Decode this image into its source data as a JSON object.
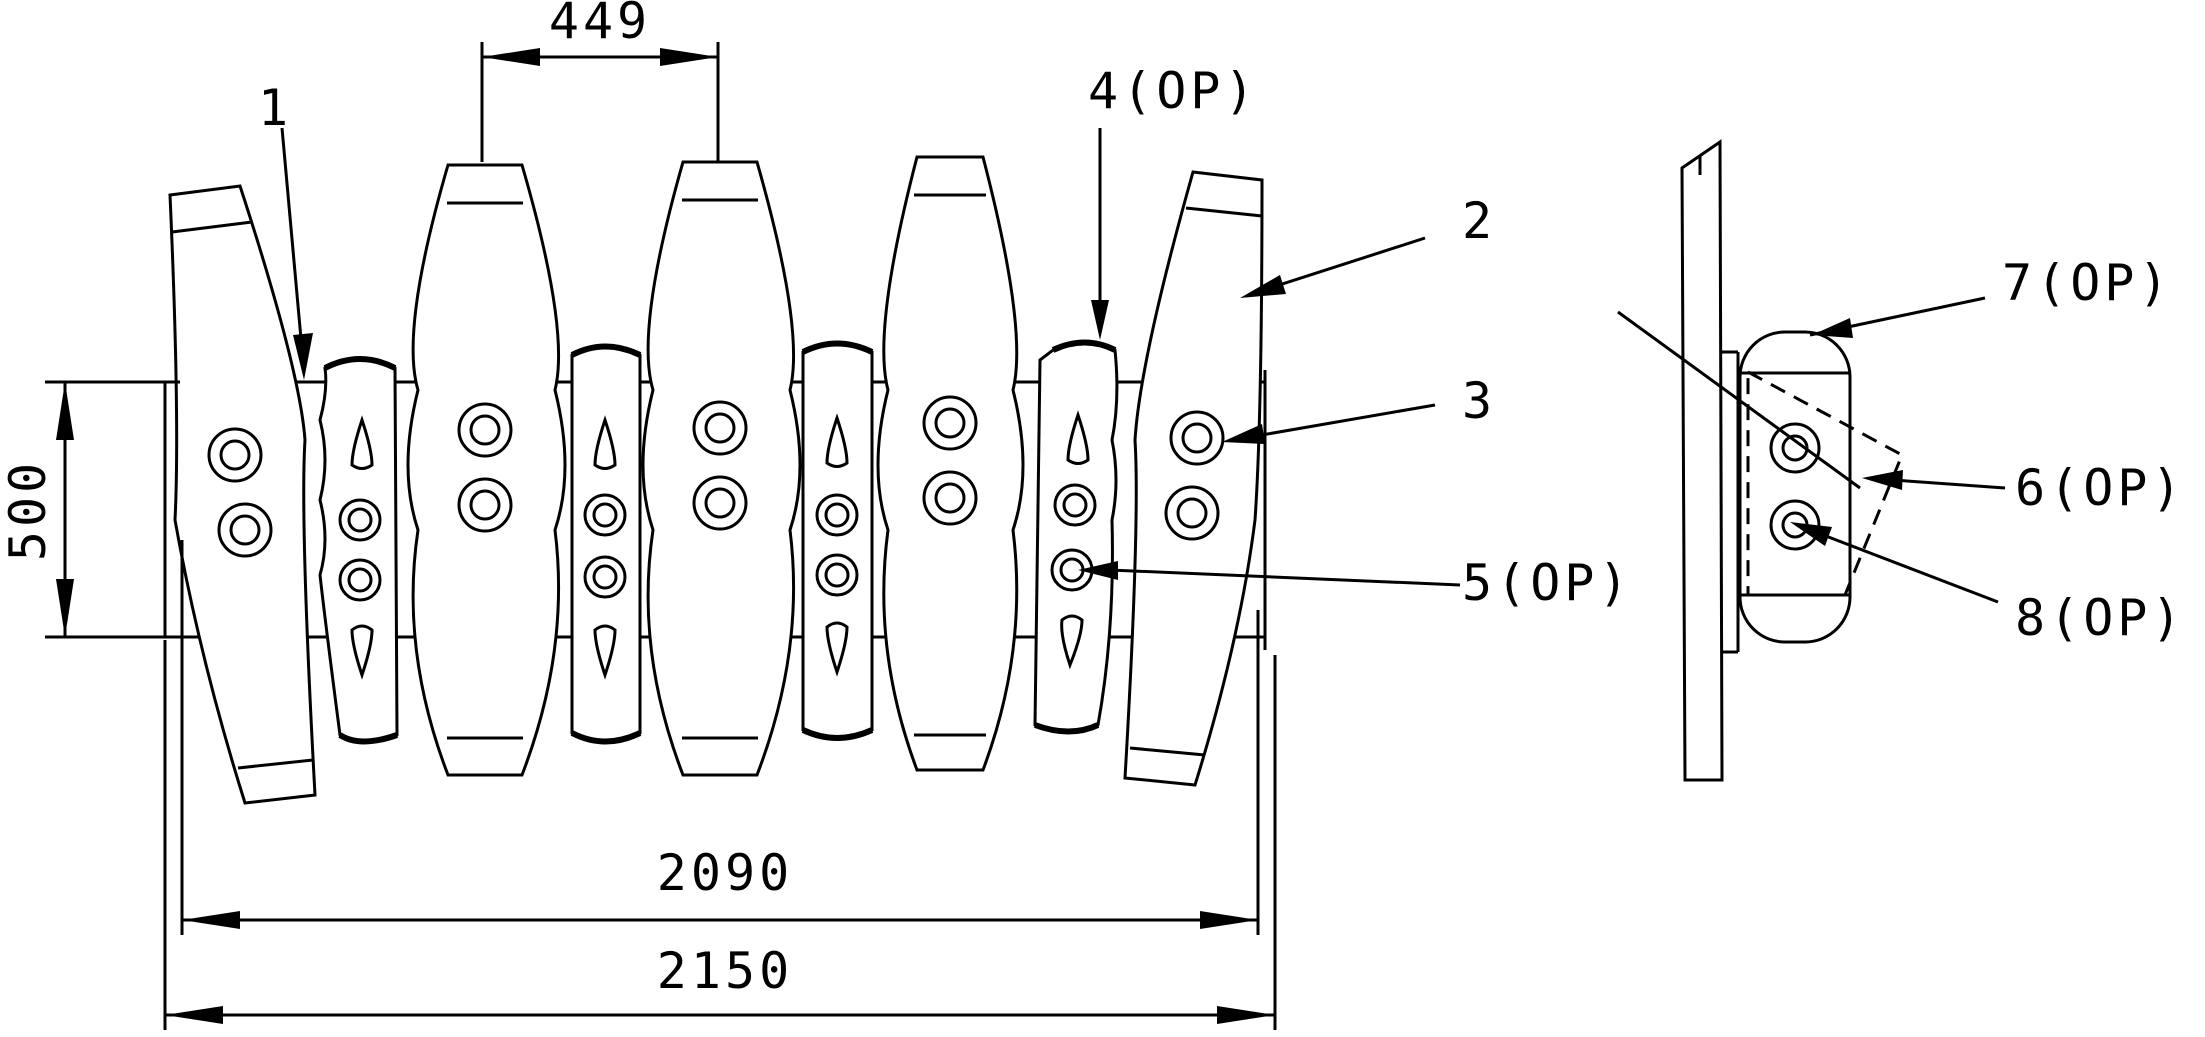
{
  "dimensions": {
    "spacing": "449",
    "height": "500",
    "inner_width": "2090",
    "overall_width": "2150"
  },
  "callouts": [
    {
      "label": "1"
    },
    {
      "label": "2"
    },
    {
      "label": "3"
    },
    {
      "label": "4(OP)"
    },
    {
      "label": "5(OP)"
    },
    {
      "label": "6(OP)"
    },
    {
      "label": "7(OP)"
    },
    {
      "label": "8(OP)"
    }
  ]
}
